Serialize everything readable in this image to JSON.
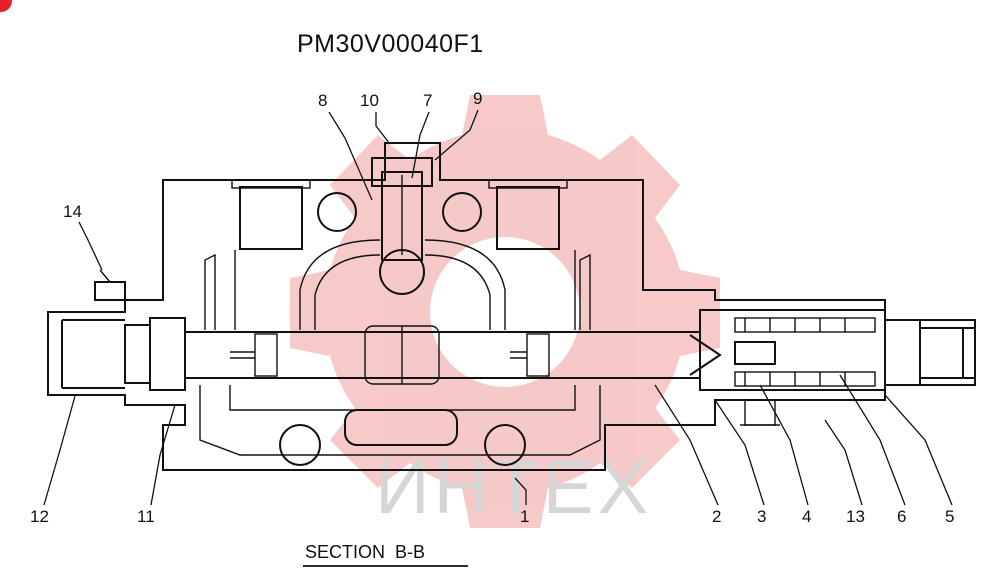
{
  "drawing": {
    "code": "PM30V00040F1",
    "section_label": "SECTION  B-B"
  },
  "watermark": {
    "text": "ИНТЕХ",
    "gear_color": "#f4b8b8",
    "text_color": "#d6d6d6"
  },
  "callouts": {
    "c1": "1",
    "c2": "2",
    "c3": "3",
    "c4": "4",
    "c5": "5",
    "c6": "6",
    "c7": "7",
    "c8": "8",
    "c9": "9",
    "c10": "10",
    "c11": "11",
    "c12": "12",
    "c13": "13",
    "c14": "14"
  },
  "colors": {
    "line": "#111111",
    "badge": "#e8202a"
  }
}
